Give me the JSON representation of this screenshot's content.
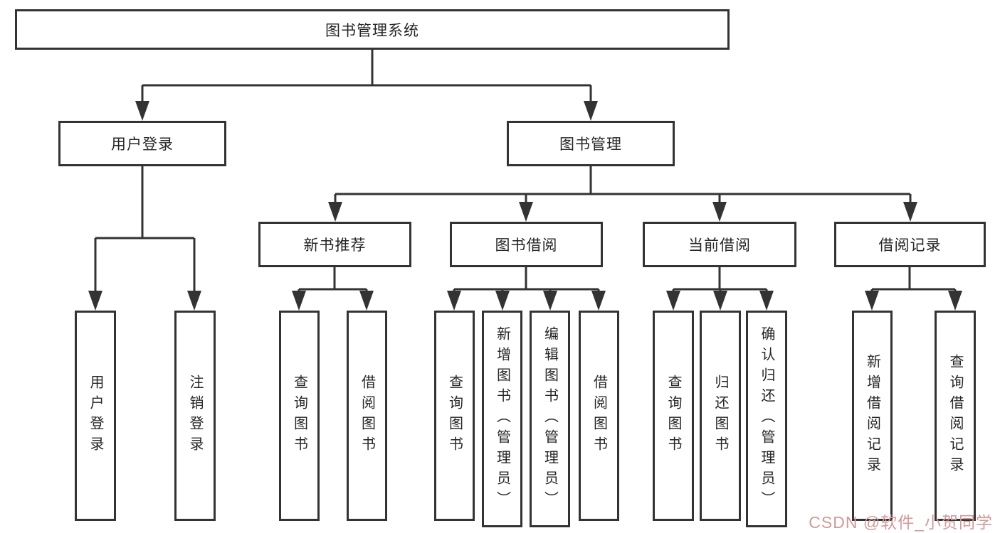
{
  "colors": {
    "line": "#333333",
    "text": "#262626",
    "watermark": "#d09a9a",
    "background": "#ffffff"
  },
  "watermark": "CSDN @软件_小贺同学",
  "tree": {
    "root": {
      "label": "图书管理系统"
    },
    "branches": [
      {
        "label": "用户登录",
        "children": [
          {
            "label": "用户登录"
          },
          {
            "label": "注销登录"
          }
        ]
      },
      {
        "label": "图书管理",
        "groups": [
          {
            "label": "新书推荐",
            "children": [
              {
                "label": "查询图书"
              },
              {
                "label": "借阅图书"
              }
            ]
          },
          {
            "label": "图书借阅",
            "children": [
              {
                "label": "查询图书"
              },
              {
                "label": "新增图书（管理员）"
              },
              {
                "label": "编辑图书（管理员）"
              },
              {
                "label": "借阅图书"
              }
            ]
          },
          {
            "label": "当前借阅",
            "children": [
              {
                "label": "查询图书"
              },
              {
                "label": "归还图书"
              },
              {
                "label": "确认归还（管理员）"
              }
            ]
          },
          {
            "label": "借阅记录",
            "children": [
              {
                "label": "新增借阅记录"
              },
              {
                "label": "查询借阅记录"
              }
            ]
          }
        ]
      }
    ]
  }
}
